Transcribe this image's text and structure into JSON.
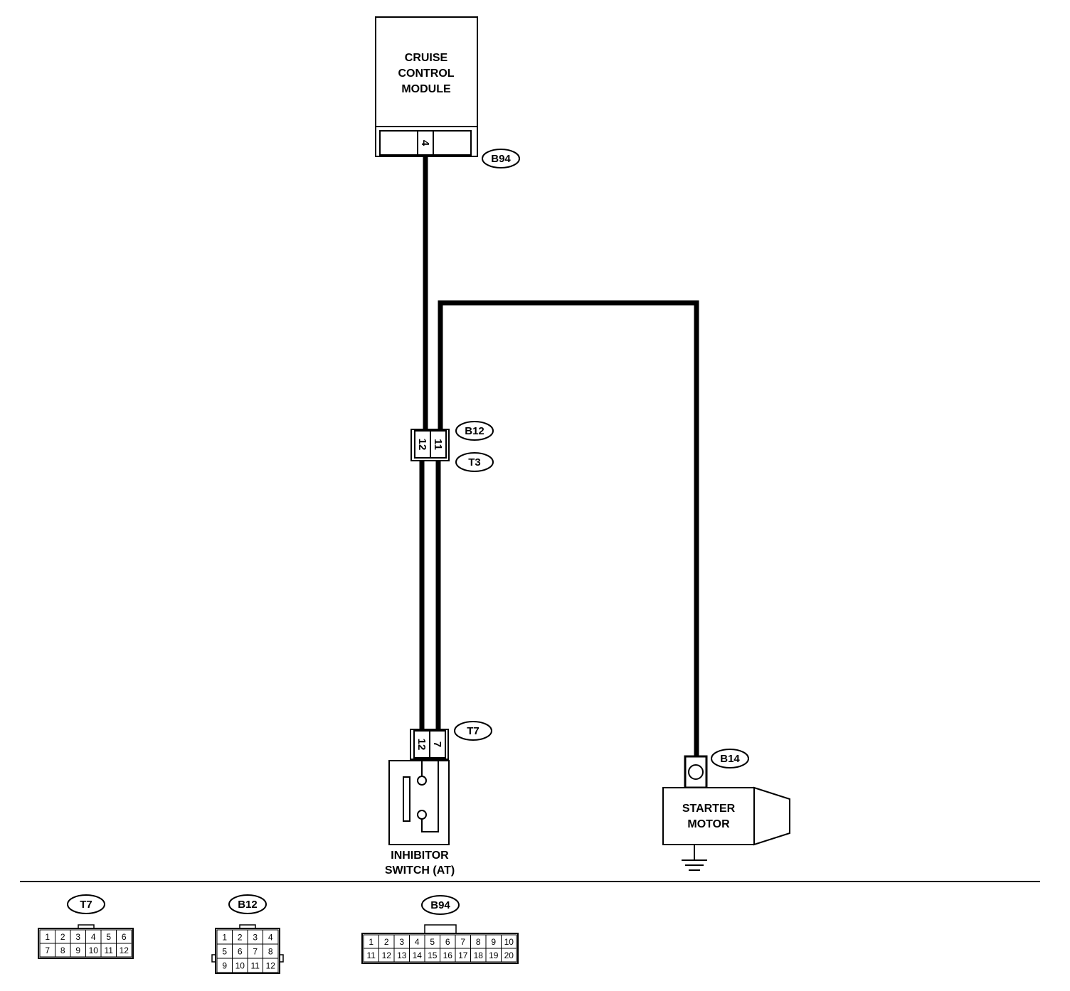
{
  "components": {
    "cruise_module": {
      "lines": [
        "CRUISE",
        "CONTROL",
        "MODULE"
      ]
    },
    "inhibitor_switch": {
      "lines": [
        "INHIBITOR",
        "SWITCH (AT)"
      ]
    },
    "starter_motor": {
      "lines": [
        "STARTER",
        "MOTOR"
      ]
    }
  },
  "connectors": {
    "b94": {
      "tag": "B94",
      "pin": "4"
    },
    "b12": {
      "tag": "B12",
      "pins": [
        "12",
        "11"
      ]
    },
    "t3": {
      "tag": "T3"
    },
    "t7": {
      "tag": "T7",
      "pins": [
        "12",
        "7"
      ]
    },
    "b14": {
      "tag": "B14"
    }
  },
  "pinouts": [
    {
      "tag": "T7",
      "rows": [
        [
          "1",
          "2",
          "3",
          "4",
          "5",
          "6"
        ],
        [
          "7",
          "8",
          "9",
          "10",
          "11",
          "12"
        ]
      ]
    },
    {
      "tag": "B12",
      "rows": [
        [
          "1",
          "2",
          "3",
          "4"
        ],
        [
          "5",
          "6",
          "7",
          "8"
        ],
        [
          "9",
          "10",
          "11",
          "12"
        ]
      ]
    },
    {
      "tag": "B94",
      "rows": [
        [
          "1",
          "2",
          "3",
          "4",
          "5",
          "6",
          "7",
          "8",
          "9",
          "10"
        ],
        [
          "11",
          "12",
          "13",
          "14",
          "15",
          "16",
          "17",
          "18",
          "19",
          "20"
        ]
      ]
    }
  ]
}
